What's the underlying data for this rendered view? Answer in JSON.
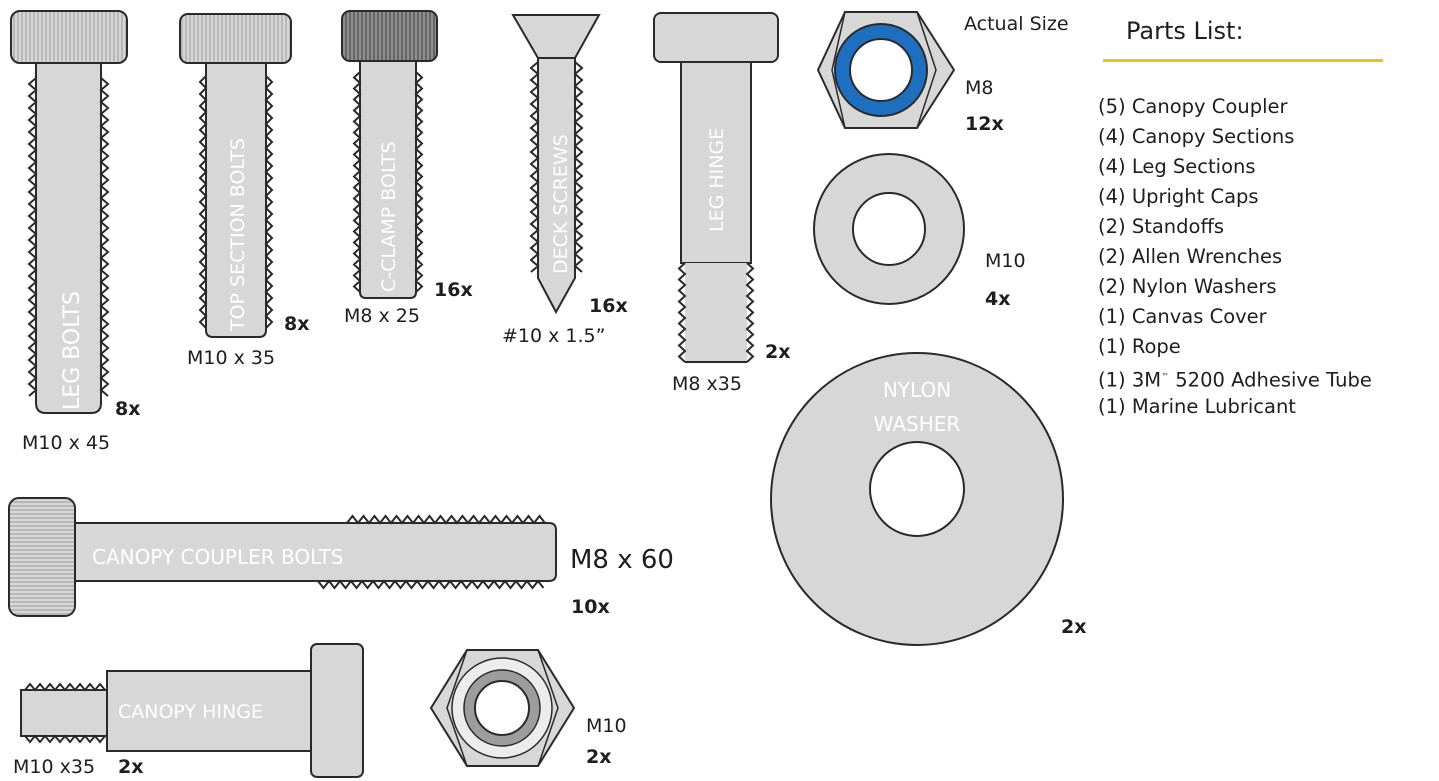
{
  "colors": {
    "metal": "#d7d7d7",
    "outline": "#2a2a2a",
    "dark_head": "#8f8f8f",
    "nut_blue": "#1e6fc0",
    "parts_rule": "#f3c20c",
    "part_text": "#ffffff"
  },
  "parts": {
    "leg_bolts": {
      "name": "LEG BOLTS",
      "size": "M10 x 45",
      "qty": "8x"
    },
    "top_section_bolts": {
      "name": "TOP SECTION BOLTS",
      "size": "M10 x 35",
      "qty": "8x"
    },
    "c_clamp_bolts": {
      "name": "C-CLAMP BOLTS",
      "size": "M8 x 25",
      "qty": "16x"
    },
    "deck_screws": {
      "name": "DECK SCREWS",
      "size": "#10 x 1.5”",
      "qty": "16x"
    },
    "leg_hinge": {
      "name": "LEG HINGE",
      "size": "M8 x35",
      "qty": "2x"
    },
    "m8_nut": {
      "note": "Actual Size",
      "size": "M8",
      "qty": "12x"
    },
    "m10_washer": {
      "size": "M10",
      "qty": "4x"
    },
    "nylon_washer": {
      "name_line1": "NYLON",
      "name_line2": "WASHER",
      "qty": "2x"
    },
    "canopy_coupler_bolts": {
      "name": "CANOPY COUPLER BOLTS",
      "size": "M8 x 60",
      "qty": "10x"
    },
    "canopy_hinge": {
      "name": "CANOPY HINGE",
      "size": "M10 x35",
      "qty": "2x"
    },
    "m10_nut": {
      "size": "M10",
      "qty": "2x"
    }
  },
  "parts_list": {
    "title": "Parts List:",
    "items": [
      "(5) Canopy Coupler",
      "(4) Canopy Sections",
      "(4) Leg Sections",
      "(4) Upright Caps",
      "(2) Standoffs",
      "(2) Allen Wrenches",
      "(2) Nylon Washers",
      "(1) Canvas Cover",
      "(1) Rope",
      "(1) 3M",
      "(1) Marine Lubricant"
    ],
    "trademark_item": {
      "prefix": "(1) 3M",
      "mark": "™",
      "suffix": " 5200 Adhesive Tube"
    }
  }
}
